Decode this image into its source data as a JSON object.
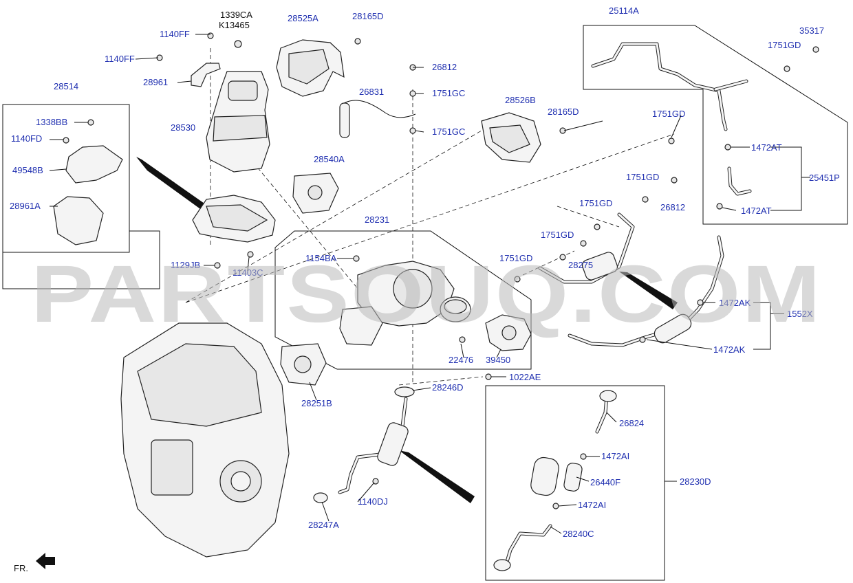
{
  "watermark": "PARTSOUQ.COM",
  "direction_label": "FR.",
  "labels": [
    {
      "text": "1339CA",
      "color": "#111111"
    },
    {
      "text": "K13465",
      "color": "#111111"
    },
    {
      "text": "28525A",
      "color": "#1f2fb0"
    },
    {
      "text": "28165D",
      "color": "#1f2fb0"
    },
    {
      "text": "25114A",
      "color": "#1f2fb0"
    },
    {
      "text": "35317",
      "color": "#1f2fb0"
    },
    {
      "text": "1140FF",
      "color": "#1f2fb0"
    },
    {
      "text": "1751GD",
      "color": "#1f2fb0"
    },
    {
      "text": "1140FF",
      "color": "#1f2fb0"
    },
    {
      "text": "26812",
      "color": "#1f2fb0"
    },
    {
      "text": "28514",
      "color": "#1f2fb0"
    },
    {
      "text": "28961",
      "color": "#1f2fb0"
    },
    {
      "text": "26831",
      "color": "#1f2fb0"
    },
    {
      "text": "1751GC",
      "color": "#1f2fb0"
    },
    {
      "text": "28526B",
      "color": "#1f2fb0"
    },
    {
      "text": "28165D",
      "color": "#1f2fb0"
    },
    {
      "text": "1338BB",
      "color": "#1f2fb0"
    },
    {
      "text": "28530",
      "color": "#1f2fb0"
    },
    {
      "text": "1751GC",
      "color": "#1f2fb0"
    },
    {
      "text": "1751GD",
      "color": "#1f2fb0"
    },
    {
      "text": "1140FD",
      "color": "#1f2fb0"
    },
    {
      "text": "1472AT",
      "color": "#1f2fb0"
    },
    {
      "text": "28540A",
      "color": "#1f2fb0"
    },
    {
      "text": "49548B",
      "color": "#1f2fb0"
    },
    {
      "text": "1751GD",
      "color": "#1f2fb0"
    },
    {
      "text": "25451P",
      "color": "#1f2fb0"
    },
    {
      "text": "26812",
      "color": "#1f2fb0"
    },
    {
      "text": "1751GD",
      "color": "#1f2fb0"
    },
    {
      "text": "28961A",
      "color": "#1f2fb0"
    },
    {
      "text": "1472AT",
      "color": "#1f2fb0"
    },
    {
      "text": "28231",
      "color": "#1f2fb0"
    },
    {
      "text": "1751GD",
      "color": "#1f2fb0"
    },
    {
      "text": "28275",
      "color": "#1f2fb0"
    },
    {
      "text": "1154BA",
      "color": "#1f2fb0"
    },
    {
      "text": "1751GD",
      "color": "#1f2fb0"
    },
    {
      "text": "1129JB",
      "color": "#1f2fb0"
    },
    {
      "text": "11403C",
      "color": "#1f2fb0"
    },
    {
      "text": "1472AK",
      "color": "#1f2fb0"
    },
    {
      "text": "1552X",
      "color": "#1f2fb0"
    },
    {
      "text": "1472AK",
      "color": "#1f2fb0"
    },
    {
      "text": "22476",
      "color": "#1f2fb0"
    },
    {
      "text": "39450",
      "color": "#1f2fb0"
    },
    {
      "text": "1022AE",
      "color": "#1f2fb0"
    },
    {
      "text": "28246D",
      "color": "#1f2fb0"
    },
    {
      "text": "28251B",
      "color": "#1f2fb0"
    },
    {
      "text": "26824",
      "color": "#1f2fb0"
    },
    {
      "text": "1472AI",
      "color": "#1f2fb0"
    },
    {
      "text": "26440F",
      "color": "#1f2fb0"
    },
    {
      "text": "28230D",
      "color": "#1f2fb0"
    },
    {
      "text": "1140DJ",
      "color": "#1f2fb0"
    },
    {
      "text": "1472AI",
      "color": "#1f2fb0"
    },
    {
      "text": "28240C",
      "color": "#1f2fb0"
    },
    {
      "text": "28247A",
      "color": "#1f2fb0"
    }
  ]
}
